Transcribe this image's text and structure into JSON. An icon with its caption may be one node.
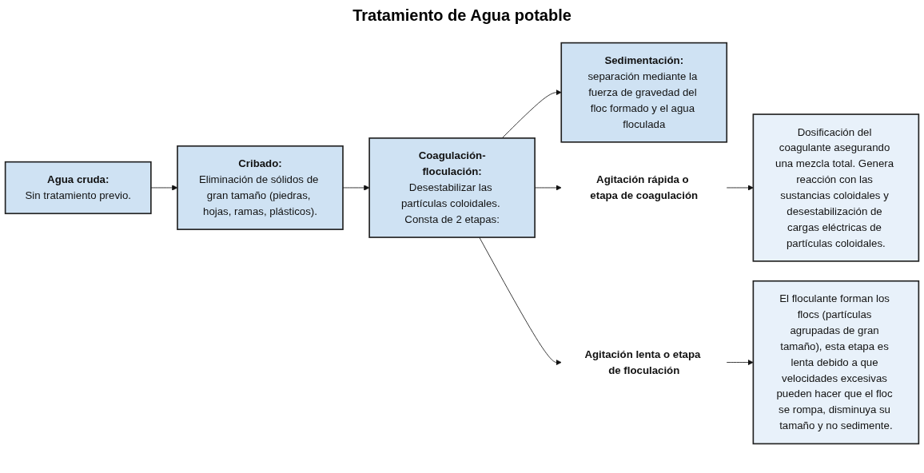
{
  "diagram": {
    "title": "Tratamiento de Agua potable",
    "nodes": [
      {
        "text": [
          "Agua cruda:",
          "Sin tratamiento previo."
        ]
      },
      {
        "text": [
          "Cribado:",
          "Eliminación de sólidos de gran tamaño (piedras, hojas, ramas, plásticos)."
        ]
      },
      {
        "text": [
          "Coagulación-floculación:",
          "Desestabilizar las partículas coloidales. Consta de 2 etapas:"
        ]
      },
      {
        "text": [
          "Sedimentación:",
          "separación mediante la fuerza de gravedad del floc formado y el agua floculada"
        ]
      },
      {
        "text": [
          "Agitación rápida o etapa de coagulación"
        ]
      },
      {
        "text": [
          "Agitación lenta o etapa de floculación"
        ]
      },
      {
        "text": [
          "Dosificación del coagulante asegurando una mezcla total. Genera reacción con las sustancias coloidales y desestabilización de cargas eléctricas de partículas coloidales."
        ]
      },
      {
        "text": [
          "El floculante forman los flocs (partículas agrupadas de gran tamaño), esta etapa es lenta debido a que velocidades excesivas pueden hacer que el floc se rompa, disminuya su tamaño y no sedimente."
        ]
      }
    ],
    "edges": [
      {
        "from": 0,
        "to": 1,
        "arrow": "to"
      },
      {
        "from": 1,
        "to": 2,
        "arrow": "to"
      },
      {
        "from": 2,
        "to": 3,
        "arrow": "to"
      },
      {
        "from": 2,
        "to": 4,
        "arrow": "to"
      },
      {
        "from": 2,
        "to": 5,
        "arrow": "to"
      },
      {
        "from": 4,
        "to": 6,
        "arrow": "to"
      },
      {
        "from": 5,
        "to": 7,
        "arrow": "to"
      }
    ]
  }
}
